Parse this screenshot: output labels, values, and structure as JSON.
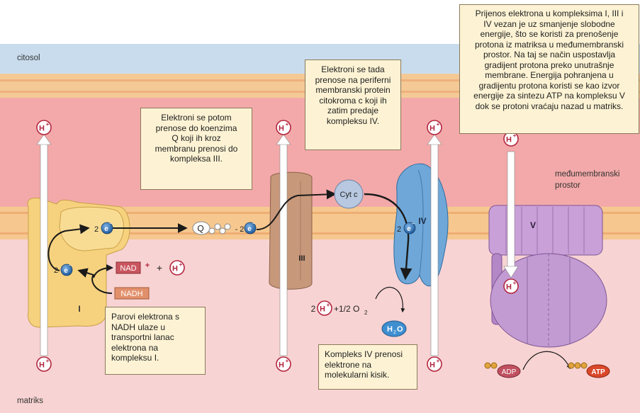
{
  "regions": {
    "cytosol": "citosol",
    "intermembrane": "međumembranski\nprostor",
    "matrix": "matriks"
  },
  "complexes": {
    "I": "I",
    "III": "III",
    "IV": "IV",
    "V": "V",
    "cyt_c": "Cyt c",
    "Q": "Q"
  },
  "species": {
    "electron": "e",
    "electron_minus": "−",
    "two": "2",
    "dash_two": "- 2",
    "proton": "H",
    "proton_plus": "+",
    "nad": "NAD",
    "plus": "+",
    "nadh": "NADH",
    "o2": "+1/2 O",
    "o2_sub": "2",
    "water": "H",
    "water_sub": "2",
    "water_o": "O",
    "adp": "ADP",
    "atp": "ATP"
  },
  "notes": {
    "transfer": "Prijenos elektrona u kompleksima I, III i\nIV vezan je uz smanjenje slobodne\nenergije, što se koristi za prenošenje\nprotona iz matriksa u međumembranski\nprostor. Na taj se način uspostavlja\ngradijent protona preko unutrašnje\nmembrane. Energija pohranjena u\ngradijentu protona koristi se kao izvor\nenergije za sintezu ATP na kompleksu V\ndok se protoni vraćaju nazad u matriks.",
    "cytc": "Elektroni se tada\nprenose na periferni\nmembranski protein\ncitokroma c koji ih\nzatim predaje\nkompleksu IV.",
    "coenzymeQ": "Elektroni se potom\nprenose do koenzima\nQ koji ih kroz\nmembranu prenosi do\nkompleksa III.",
    "nadh": "Parovi elektrona s\nNADH ulaze u\ntransportni lanac\nelektrona na\n kompleksu I.",
    "complexIV": "Kompleks IV prenosi\nelektrone na\nmolekularni kisik."
  },
  "colors": {
    "cytosol": "#c9dced",
    "membrane_outer": "#f4c996",
    "membrane_stripe": "#f0b47c",
    "intermembrane": "#f3a7a7",
    "inner_membrane": "#f6c88f",
    "matrix": "#f8d0d0",
    "complex_I": "#f7d27e",
    "complex_III": "#c7977a",
    "complex_IV": "#6fa8d8",
    "complex_V": "#c9a0d8",
    "proton_ring": "#b3263f",
    "nad_box": "#c9555e",
    "nadh_box": "#e2906c",
    "electron": "#2c6fb0",
    "atp": "#d9482a",
    "adp": "#c05060"
  }
}
